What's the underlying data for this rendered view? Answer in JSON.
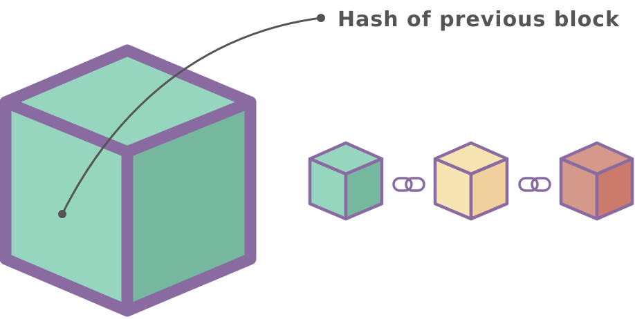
{
  "annotation": {
    "label": "Hash of previous block"
  },
  "colors": {
    "outline": "#8a6ba1",
    "pointer": "#555555",
    "label": "#555555",
    "link": "#8a6ba1",
    "big_block": {
      "top": "#96d6bf",
      "left": "#96d6bf",
      "right": "#75b89e"
    },
    "chain_blocks": [
      {
        "name": "block-1",
        "top": "#96d6bf",
        "left": "#96d6bf",
        "right": "#75b89e"
      },
      {
        "name": "block-2",
        "top": "#f6e4b3",
        "left": "#f6e4b3",
        "right": "#f0d09d"
      },
      {
        "name": "block-3",
        "top": "#d4998a",
        "left": "#d4998a",
        "right": "#cc7a6c"
      }
    ]
  },
  "icons": {
    "chain_link": "chain-link-icon"
  }
}
